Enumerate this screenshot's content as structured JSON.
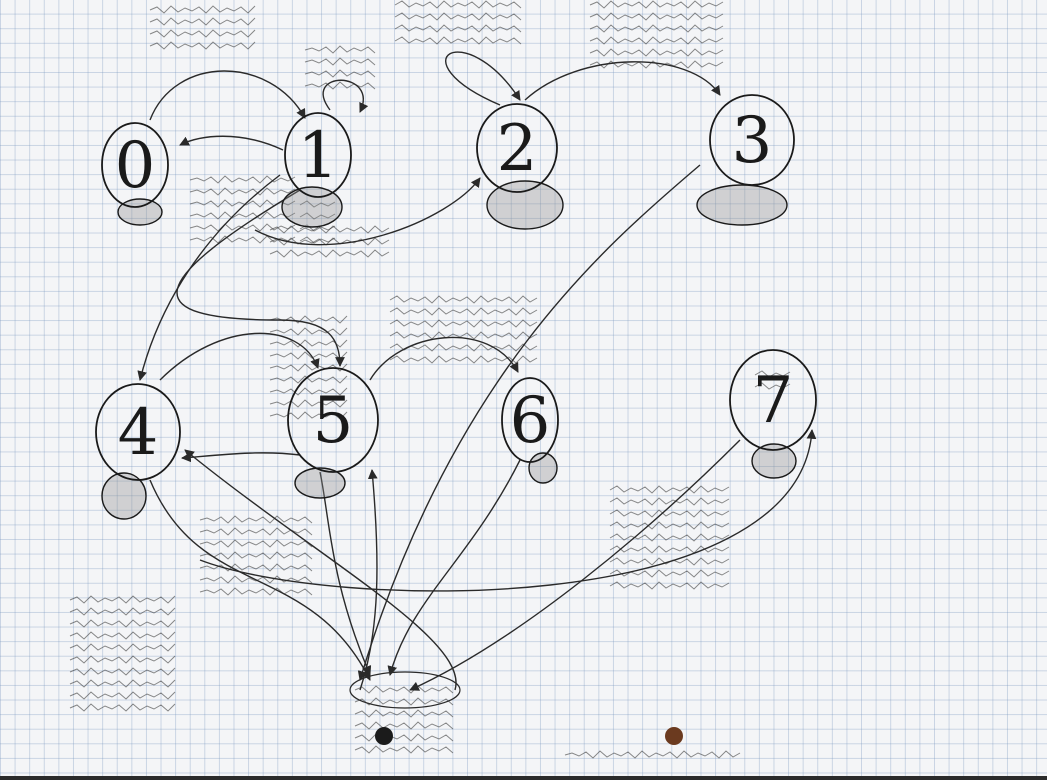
{
  "diagram": {
    "nodes": [
      {
        "id": "0",
        "label": "0"
      },
      {
        "id": "1",
        "label": "1"
      },
      {
        "id": "2",
        "label": "2"
      },
      {
        "id": "3",
        "label": "3"
      },
      {
        "id": "4",
        "label": "4"
      },
      {
        "id": "5",
        "label": "5"
      },
      {
        "id": "6",
        "label": "6"
      },
      {
        "id": "7",
        "label": "7"
      }
    ],
    "edges": [
      {
        "from": "0",
        "to": "1"
      },
      {
        "from": "1",
        "to": "0"
      },
      {
        "from": "1",
        "to": "1"
      },
      {
        "from": "1",
        "to": "2"
      },
      {
        "from": "2",
        "to": "2"
      },
      {
        "from": "2",
        "to": "3"
      },
      {
        "from": "1",
        "to": "4"
      },
      {
        "from": "1",
        "to": "5"
      },
      {
        "from": "4",
        "to": "5"
      },
      {
        "from": "5",
        "to": "4"
      },
      {
        "from": "5",
        "to": "6"
      },
      {
        "from": "3",
        "to": "8"
      },
      {
        "from": "4",
        "to": "8"
      },
      {
        "from": "5",
        "to": "8"
      },
      {
        "from": "6",
        "to": "8"
      },
      {
        "from": "8",
        "to": "4"
      },
      {
        "from": "8",
        "to": "5"
      },
      {
        "from": "4",
        "to": "7"
      },
      {
        "from": "7",
        "to": "8"
      }
    ]
  },
  "colors": {
    "paper": "#f4f5f7",
    "grid": "#a7b7cc",
    "ink": "#1a1a1a",
    "hole_dark": "#1b1b1b",
    "hole_brown": "#6b3a1f"
  }
}
